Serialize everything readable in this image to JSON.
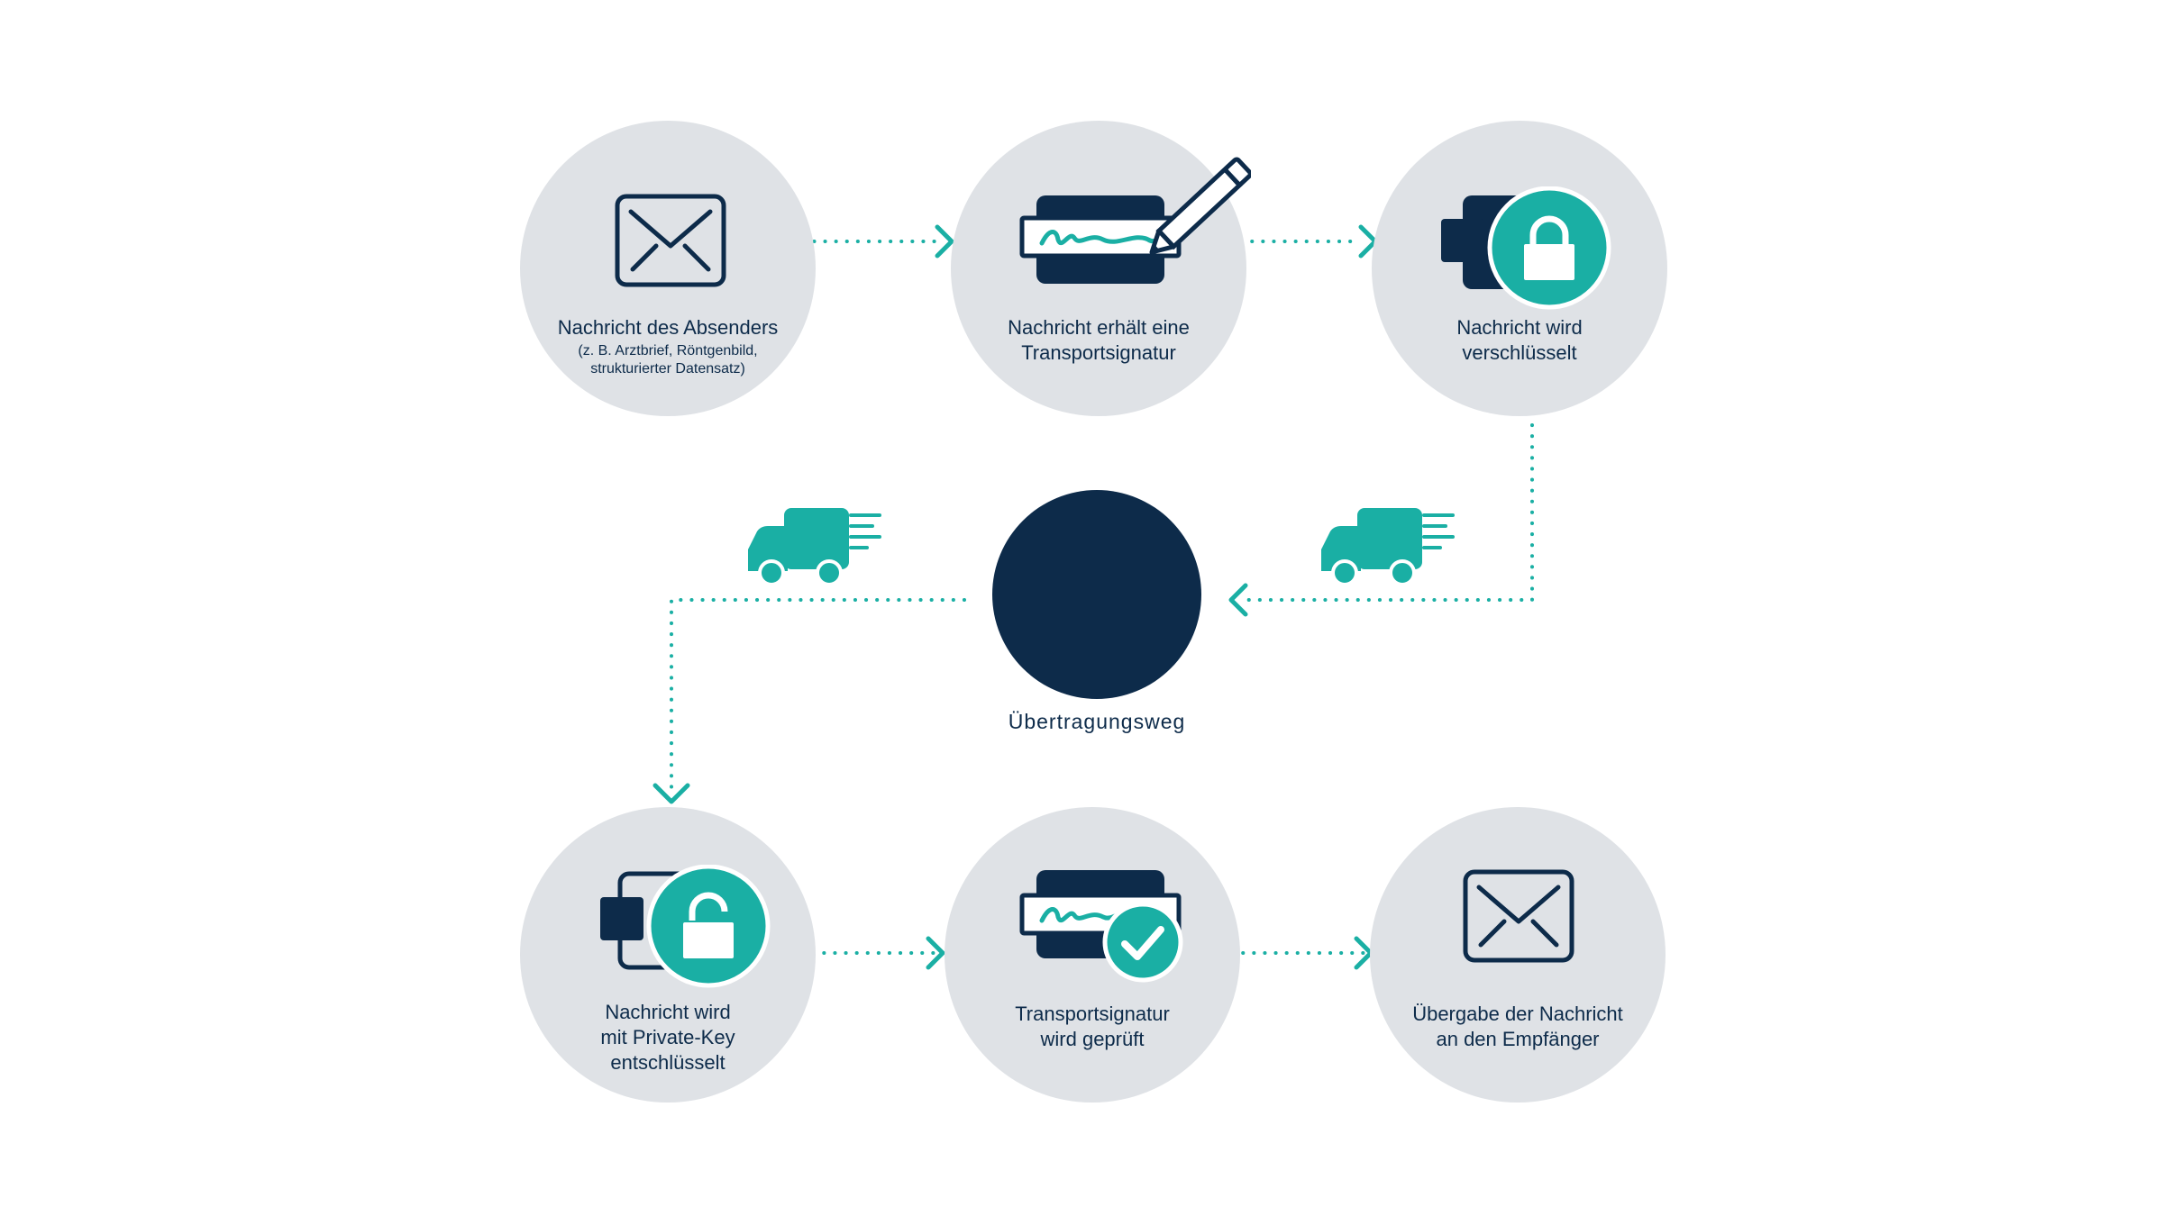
{
  "steps": [
    {
      "title": "Nachricht des Absenders",
      "subtitle": "(z. B. Arztbrief, Röntgenbild, strukturierter Datensatz)"
    },
    {
      "title": "Nachricht erhält eine",
      "title2": "Transportsignatur"
    },
    {
      "title": "Nachricht wird",
      "title2": "verschlüsselt"
    },
    {
      "title": "Nachricht wird",
      "title2": "mit Private-Key",
      "title3": "entschlüsselt"
    },
    {
      "title": "Transportsignatur",
      "title2": "wird geprüft"
    },
    {
      "title": "Übergabe der Nachricht",
      "title2": "an den Empfänger"
    }
  ],
  "hub": {
    "label": "Übertragungsweg"
  },
  "colors": {
    "navy": "#0d2b4a",
    "teal": "#1aafa4",
    "circle": "#dfe2e6",
    "white": "#ffffff"
  },
  "icons": [
    "envelope-icon",
    "signature-pen-icon",
    "padlock-closed-icon",
    "delivery-truck-icon",
    "padlock-open-icon",
    "signature-check-icon"
  ]
}
